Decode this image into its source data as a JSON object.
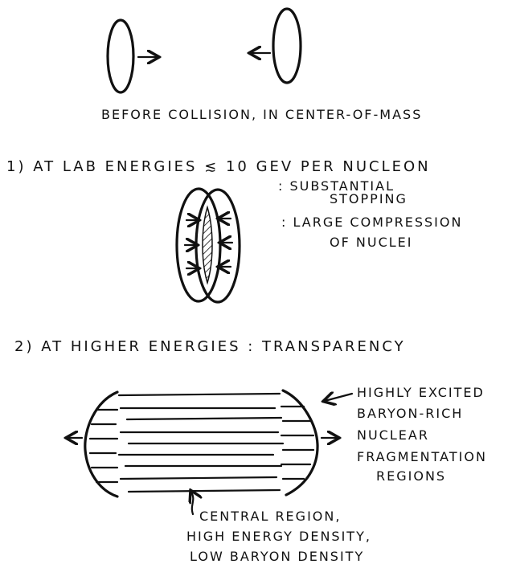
{
  "captions": {
    "before": "BEFORE COLLISION, IN CENTER-OF-MASS",
    "case1_heading": "1) AT LAB ENERGIES ≲ 10 GEV PER NUCLEON",
    "case1_note_a_line1": ": SUBSTANTIAL",
    "case1_note_a_line2": "STOPPING",
    "case1_note_b_line1": ": LARGE COMPRESSION",
    "case1_note_b_line2": "OF NUCLEI",
    "case2_heading": "2) AT HIGHER ENERGIES : TRANSPARENCY",
    "frag_line1": "HIGHLY EXCITED",
    "frag_line2": "BARYON-RICH",
    "frag_line3": "NUCLEAR",
    "frag_line4": "FRAGMENTATION",
    "frag_line5": "REGIONS",
    "central_line1": "CENTRAL REGION,",
    "central_line2": "HIGH ENERGY DENSITY,",
    "central_line3": "LOW BARYON DENSITY"
  }
}
